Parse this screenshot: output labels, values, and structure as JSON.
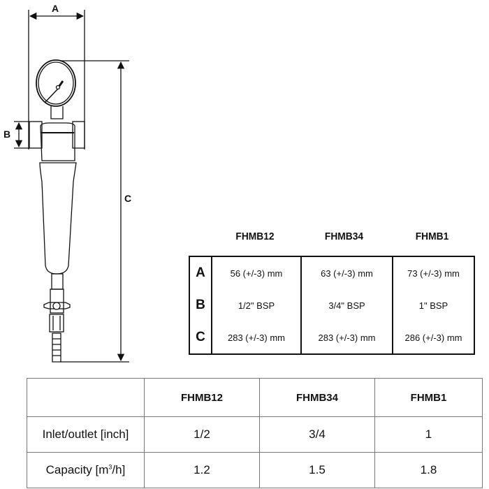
{
  "dimensions": {
    "a_label": "A",
    "b_label": "B",
    "c_label": "C"
  },
  "dimension_table": {
    "models": [
      "FHMB12",
      "FHMB34",
      "FHMB1"
    ],
    "rows": [
      {
        "label": "A",
        "values": [
          "56 (+/-3) mm",
          "63 (+/-3) mm",
          "73 (+/-3) mm"
        ]
      },
      {
        "label": "B",
        "values": [
          "1/2\" BSP",
          "3/4\" BSP",
          "1\" BSP"
        ]
      },
      {
        "label": "C",
        "values": [
          "283 (+/-3) mm",
          "283 (+/-3) mm",
          "286 (+/-3) mm"
        ]
      }
    ]
  },
  "spec_table": {
    "models": [
      "FHMB12",
      "FHMB34",
      "FHMB1"
    ],
    "rows": [
      {
        "label": "Inlet/outlet [inch]",
        "values": [
          "1/2",
          "3/4",
          "1"
        ]
      },
      {
        "label_pre": "Capacity [m",
        "label_sup": "3",
        "label_post": "/h]",
        "values": [
          "1.2",
          "1.5",
          "1.8"
        ]
      }
    ]
  }
}
